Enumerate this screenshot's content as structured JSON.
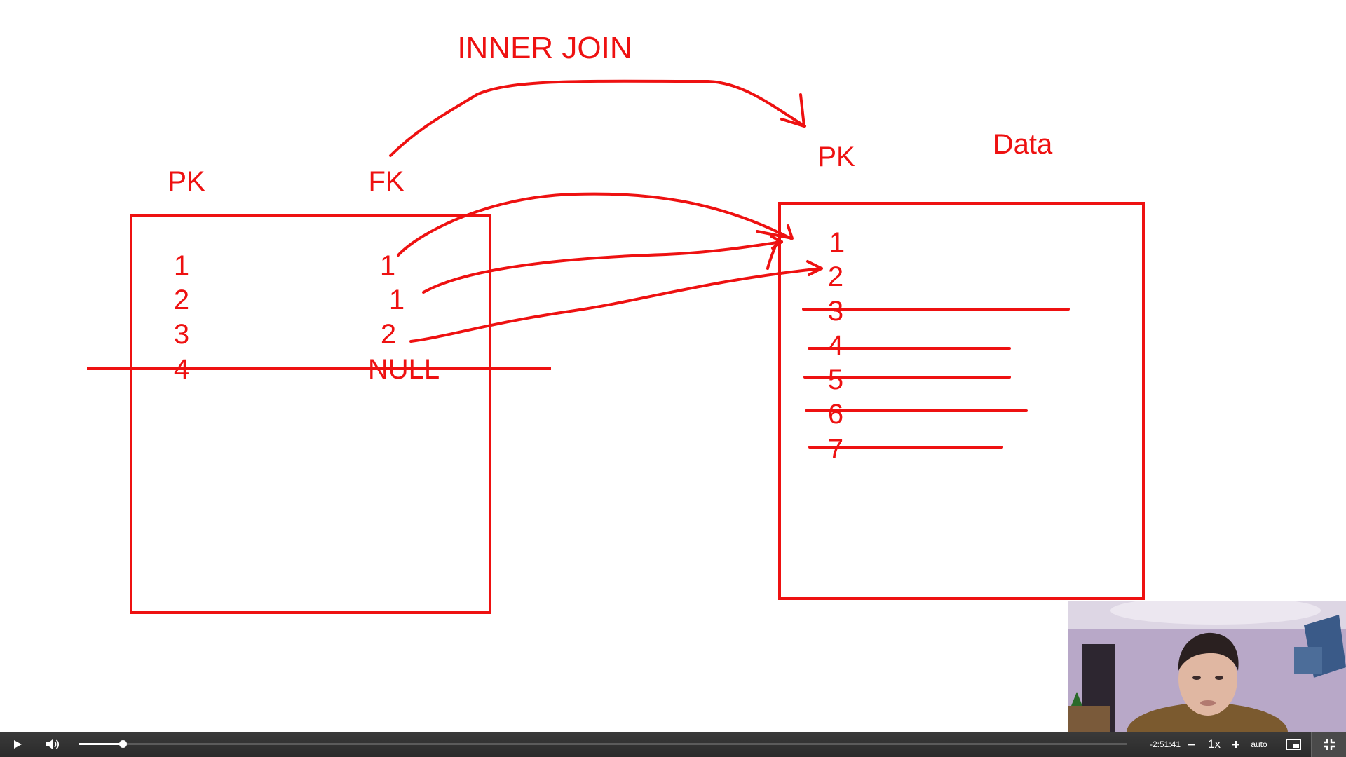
{
  "whiteboard": {
    "title": "INNER JOIN",
    "left_table": {
      "col_pk": "PK",
      "col_fk": "FK",
      "pk_values": [
        "1",
        "2",
        "3",
        "4"
      ],
      "fk_values": [
        "1",
        "1",
        "2",
        "NULL"
      ],
      "crossed_row": 4
    },
    "right_table": {
      "col_pk": "PK",
      "col_data": "Data",
      "pk_values": [
        "1",
        "2",
        "3",
        "4",
        "5",
        "6",
        "7"
      ],
      "crossed_values": [
        "3",
        "4",
        "5",
        "6",
        "7"
      ]
    },
    "ink_color": "#ee1111"
  },
  "player": {
    "time_remaining": "-2:51:41",
    "speed": "1x",
    "quality": "auto",
    "progress_fraction": 0.042,
    "icons": [
      "play-icon",
      "volume-icon",
      "minus-icon",
      "plus-icon",
      "picture-in-picture-icon",
      "exit-fullscreen-icon"
    ]
  },
  "colors": {
    "controls_bg": "#2b2b2b",
    "accent": "#ffffff"
  }
}
